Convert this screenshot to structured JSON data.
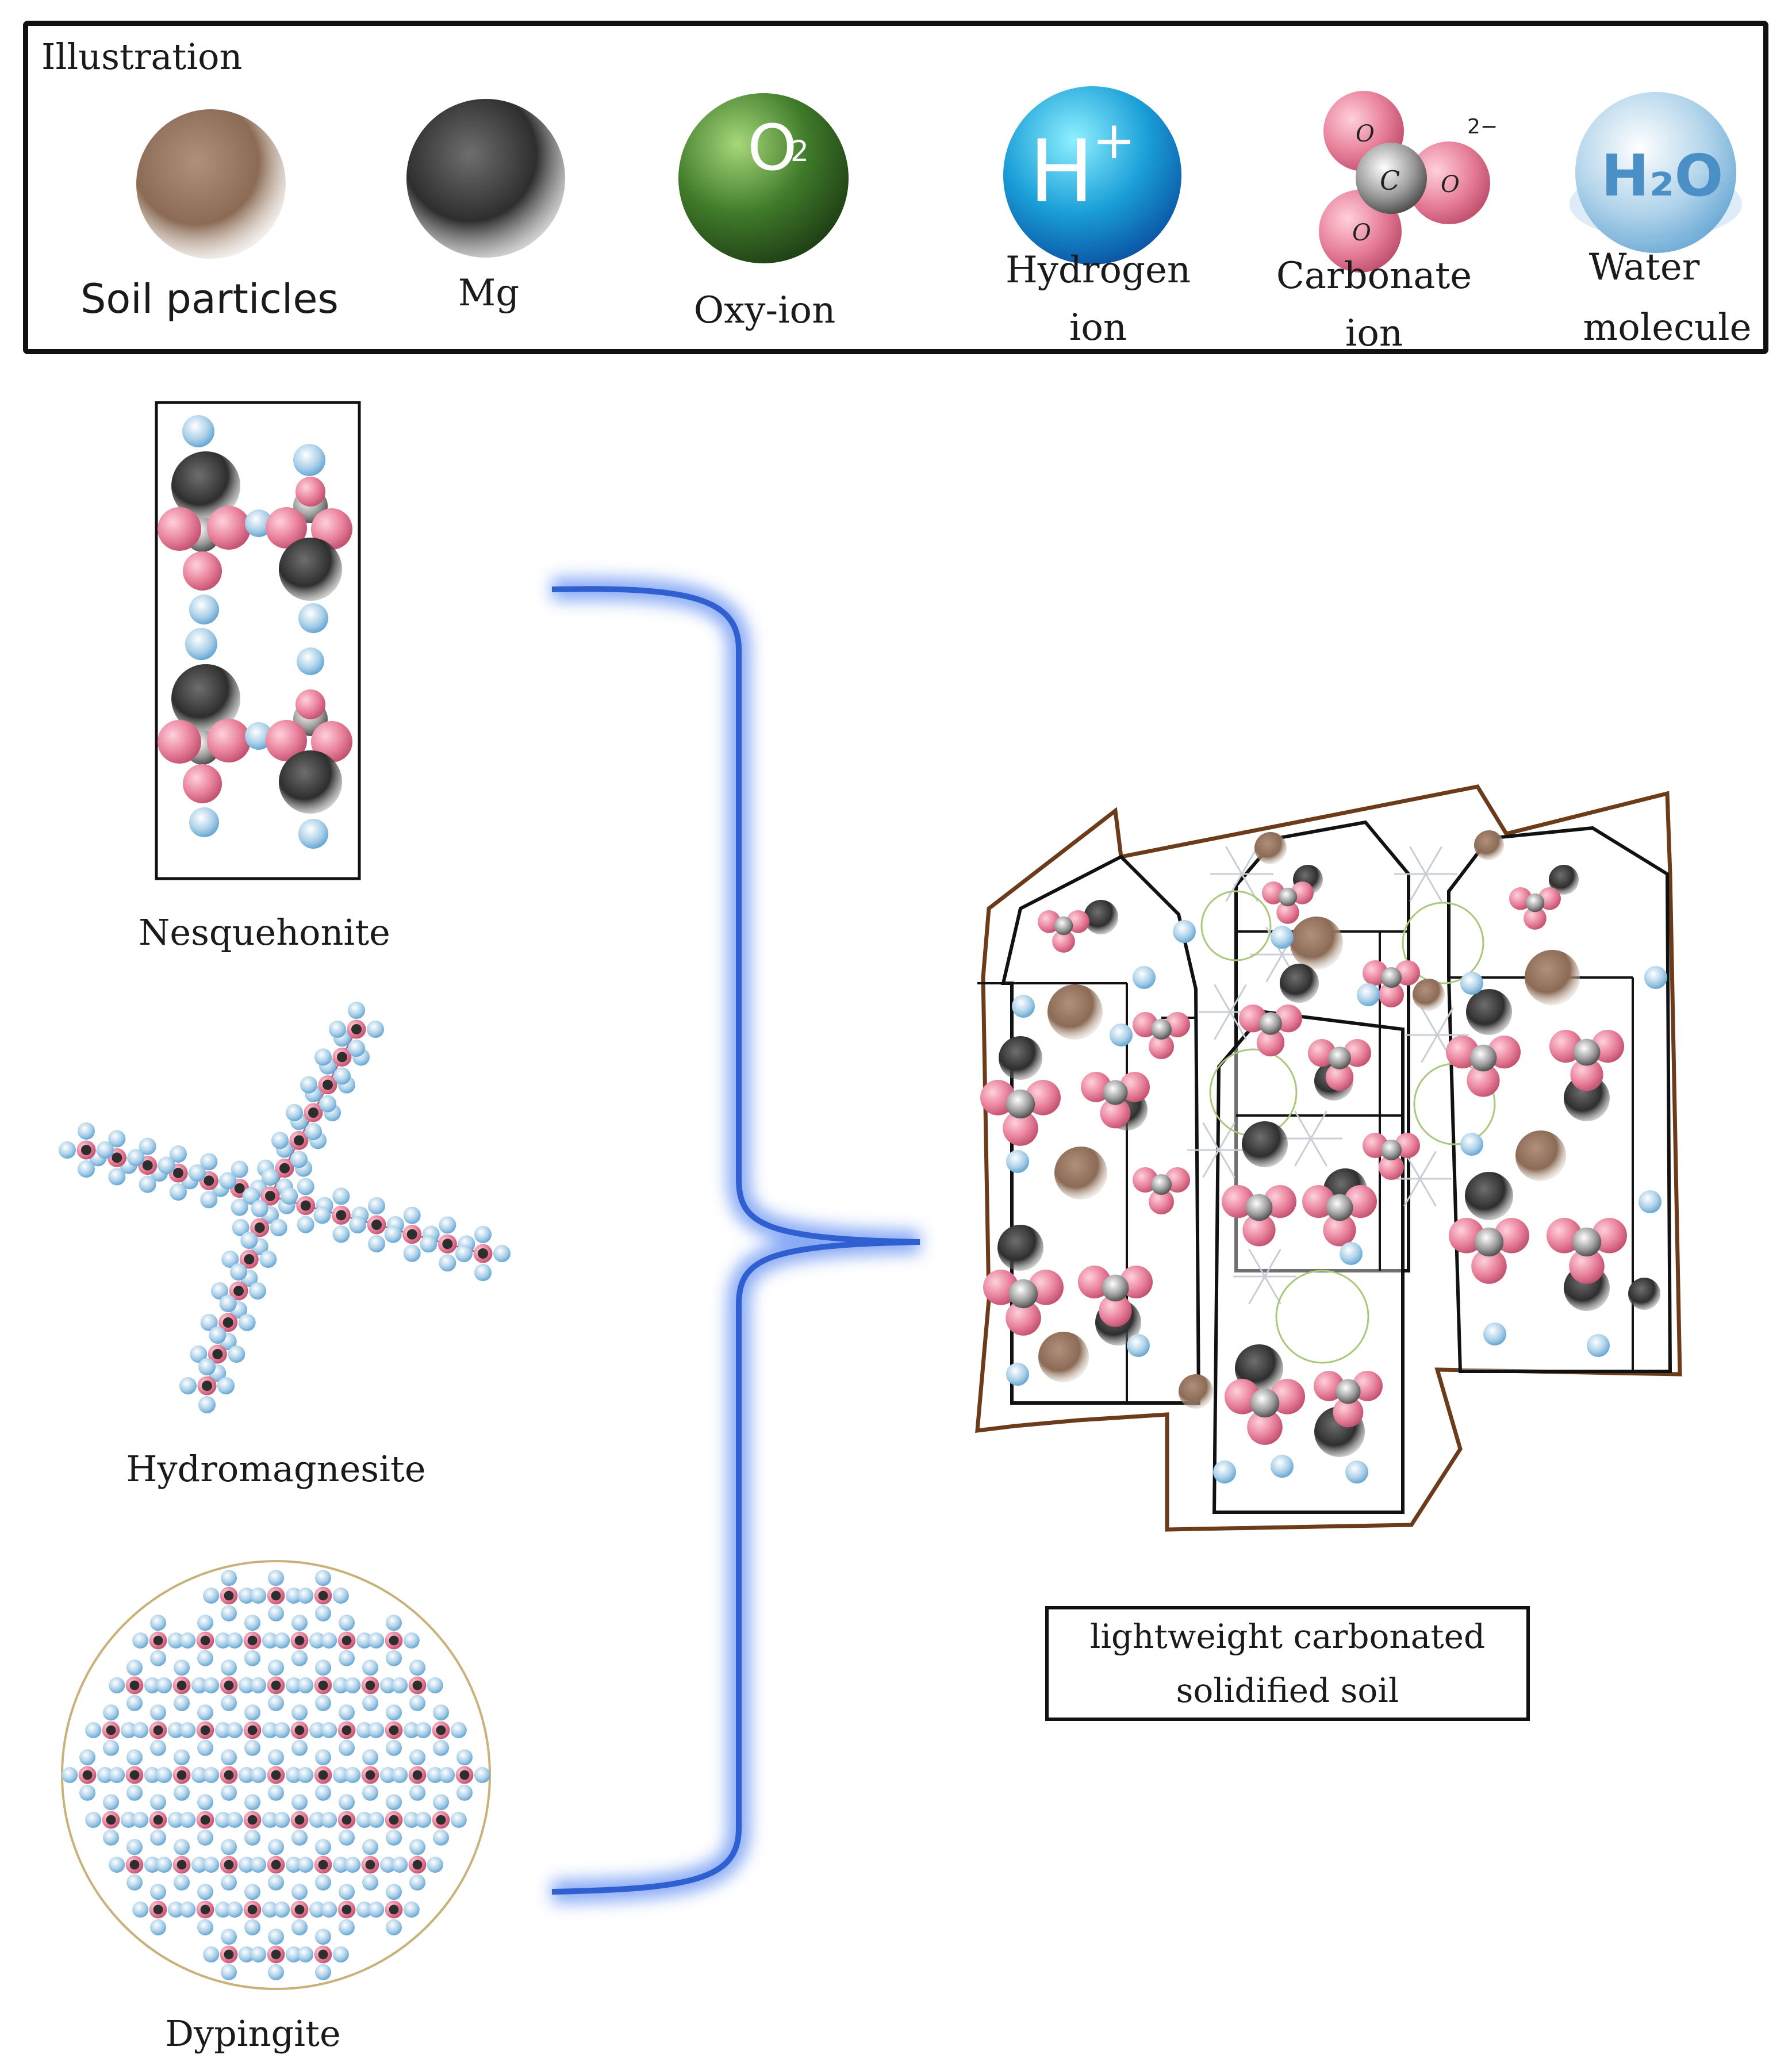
{
  "legend": {
    "title": "Illustration",
    "items": [
      {
        "id": "soil",
        "line1": "Soil particles",
        "line2": ""
      },
      {
        "id": "mg",
        "line1": "Mg",
        "line2": ""
      },
      {
        "id": "oxy",
        "line1": "Oxy-ion",
        "line2": ""
      },
      {
        "id": "hydrogen",
        "line1": "Hydrogen",
        "line2": "ion"
      },
      {
        "id": "carbonate",
        "line1": "Carbonate",
        "line2": "ion"
      },
      {
        "id": "water",
        "line1": "Water",
        "line2": "molecule"
      }
    ],
    "icon_text": {
      "oxy": "O",
      "oxy_sub": "2",
      "hydrogen": "H",
      "hydrogen_sup": "+",
      "water": "H₂O",
      "carbonate_center": "C",
      "carbonate_o": "O",
      "carbonate_charge": "2−"
    }
  },
  "minerals": [
    {
      "id": "nesquehonite",
      "label": "Nesquehonite"
    },
    {
      "id": "hydromagnesite",
      "label": "Hydromagnesite"
    },
    {
      "id": "dypingite",
      "label": "Dypingite"
    }
  ],
  "result": {
    "line1": "lightweight carbonated",
    "line2": "solidified soil"
  },
  "colors": {
    "soil": "#8b6b55",
    "mg": "#3a3a3a",
    "oxy": "#3f7a2a",
    "hydrogen": "#1a9fd8",
    "carbonate_o": "#e8809a",
    "water": "#a9cfe8",
    "bracket": "#3a6bd8",
    "crystal_outline": "#6b3b1a"
  }
}
